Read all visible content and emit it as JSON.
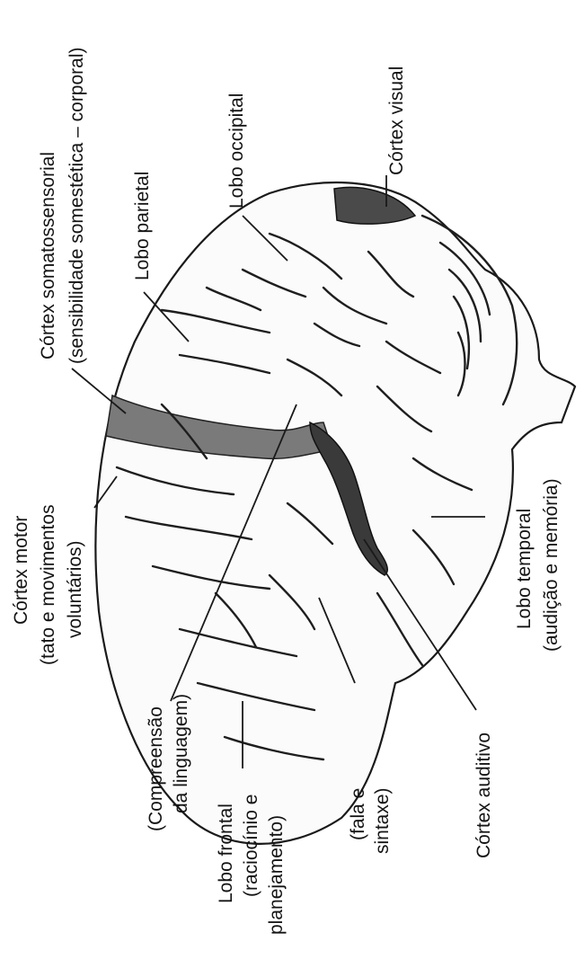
{
  "labels": {
    "cortex_visual": "Córtex visual",
    "lobo_occipital": "Lobo occipital",
    "cortex_somatossensorial": "Córtex somatossensorial",
    "sensibilidade": "(sensibilidade somestética – corporal)",
    "lobo_parietal": "Lobo parietal",
    "cortex_motor": "Córtex motor",
    "tato_movimentos": "(tato e movimentos",
    "voluntarios": "voluntários)",
    "lobo_temporal": "Lobo temporal",
    "audicao_memoria": "(audição e memória)",
    "cortex_auditivo": "Córtex auditivo",
    "compreensao": "(Compreensão",
    "da_linguagem": "da linguagem)",
    "lobo_frontal": "Lobo frontal",
    "raciocinio": "(raciocínio e",
    "planejamento": "planejamento)",
    "fala": "(fala e",
    "sintaxe": "sintaxe)"
  },
  "colors": {
    "somatosensory_fill": "#7a7a7a",
    "auditory_fill": "#3a3a3a",
    "visual_fill": "#4a4a4a",
    "ink": "#141414"
  }
}
